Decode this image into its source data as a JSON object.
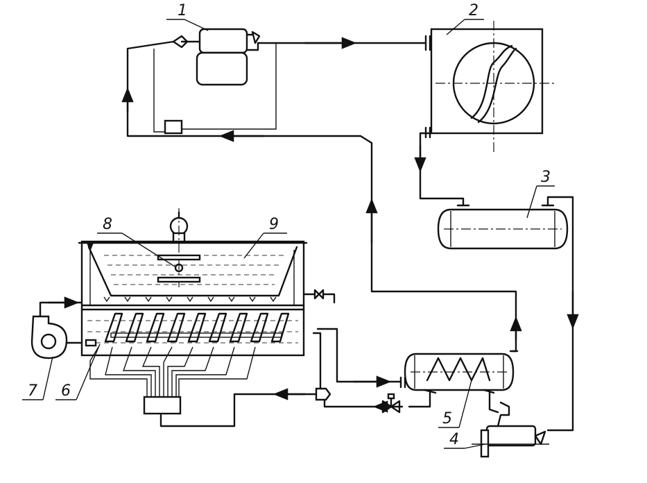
{
  "diagram": {
    "labels": {
      "compressor": "1",
      "condenser": "2",
      "receiver": "3",
      "filter_drier": "4",
      "heat_exchanger": "5",
      "evaporator": "6",
      "pump": "7",
      "agitator": "8",
      "ice_tank": "9"
    },
    "colors": {
      "ink": "#111111",
      "background": "#ffffff"
    }
  }
}
